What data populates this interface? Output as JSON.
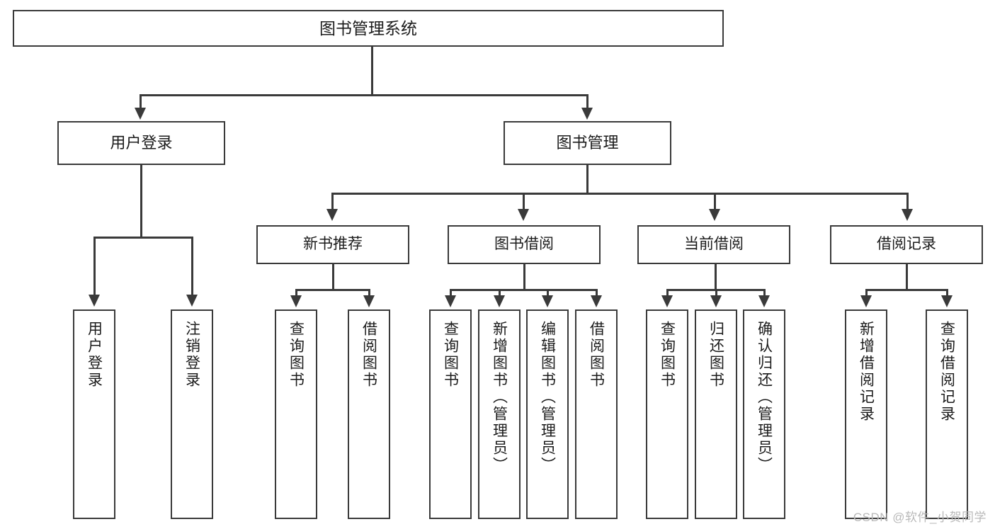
{
  "diagram": {
    "type": "tree",
    "title": "图书管理系统",
    "background_color": "#ffffff",
    "line_color": "#3a3a3a",
    "text_color": "#1b1b1b",
    "root": {
      "label": "图书管理系统"
    },
    "level2": [
      {
        "label": "用户登录"
      },
      {
        "label": "图书管理"
      }
    ],
    "level3": [
      {
        "label": "新书推荐"
      },
      {
        "label": "图书借阅"
      },
      {
        "label": "当前借阅"
      },
      {
        "label": "借阅记录"
      }
    ],
    "leaves": {
      "user_login": [
        {
          "label": "用户登录"
        },
        {
          "label": "注销登录"
        }
      ],
      "new_book_recommend": [
        {
          "label": "查询图书"
        },
        {
          "label": "借阅图书"
        }
      ],
      "book_borrow": [
        {
          "label": "查询图书"
        },
        {
          "label": "新增图书（管理员）"
        },
        {
          "label": "编辑图书（管理员）"
        },
        {
          "label": "借阅图书"
        }
      ],
      "current_borrow": [
        {
          "label": "查询图书"
        },
        {
          "label": "归还图书"
        },
        {
          "label": "确认归还（管理员）"
        }
      ],
      "borrow_record": [
        {
          "label": "新增借阅记录"
        },
        {
          "label": "查询借阅记录"
        }
      ]
    }
  },
  "watermark": {
    "text": "CSDN @软件_小贺同学"
  }
}
